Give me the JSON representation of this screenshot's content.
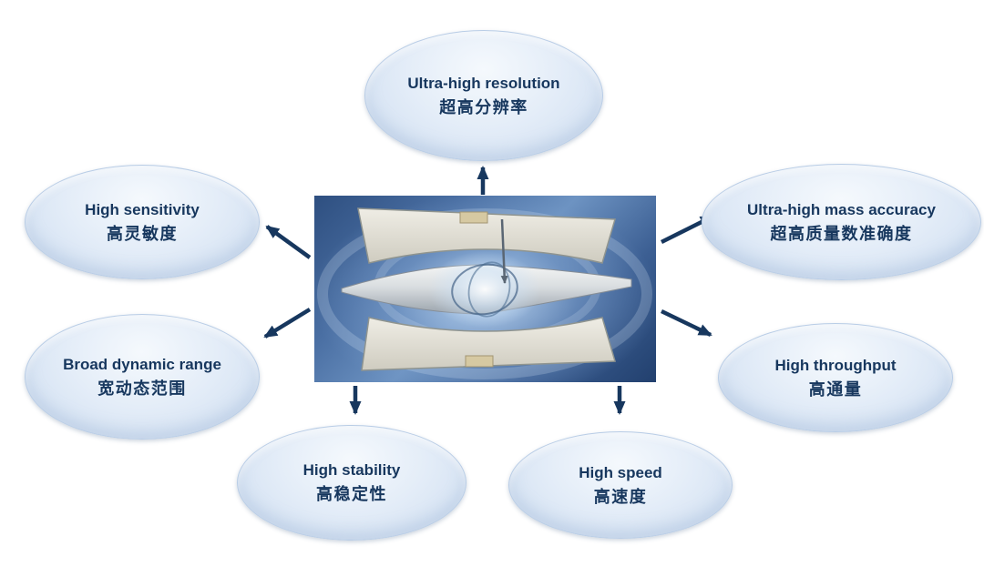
{
  "diagram": {
    "subject": "orbitrap-mass-analyzer-cutaway",
    "nodes": {
      "top": {
        "en": "Ultra-high resolution",
        "zh": "超高分辨率"
      },
      "left_upper": {
        "en": "High sensitivity",
        "zh": "高灵敏度"
      },
      "left_lower": {
        "en": "Broad dynamic range",
        "zh": "宽动态范围"
      },
      "right_upper": {
        "en": "Ultra-high mass accuracy",
        "zh": "超高质量数准确度"
      },
      "right_lower": {
        "en": "High throughput",
        "zh": "高通量"
      },
      "bottom_left": {
        "en": "High stability",
        "zh": "高稳定性"
      },
      "bottom_right": {
        "en": "High speed",
        "zh": "高速度"
      }
    },
    "colors": {
      "text": "#17375e",
      "arrow": "#17375e",
      "ellipse_fill": "#dce7f5",
      "ellipse_border": "#b9cde6"
    }
  }
}
